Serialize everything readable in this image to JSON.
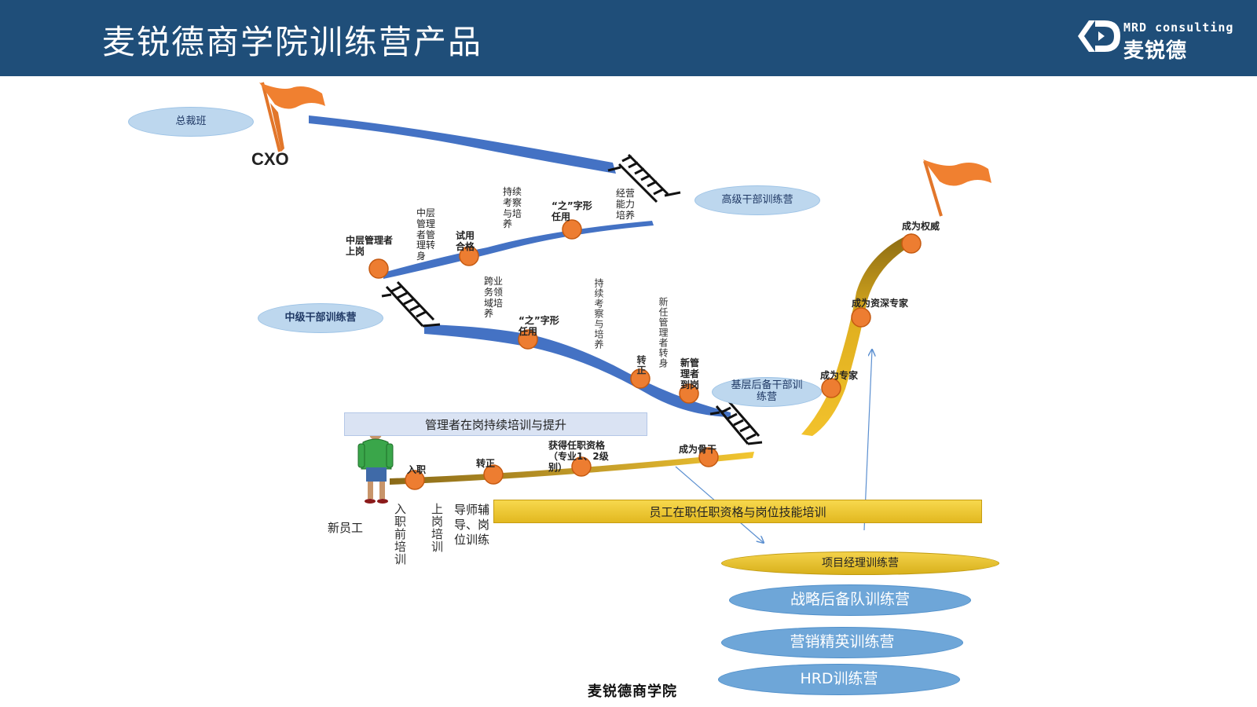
{
  "header": {
    "title": "麦锐德商学院训练营产品",
    "logo_en": "MRD consulting",
    "logo_cn": "麦锐德"
  },
  "top_track": {
    "president_class": "总裁班",
    "cxo": "CXO",
    "senior_camp": "高级干部训练营"
  },
  "middle_track": {
    "mid_manager_onboard": "中层管理者上岗",
    "mid_manager_transform": "中层管理者管理转身",
    "probation_pass": "试用合格",
    "continuous_review_1": "持续考察与培养",
    "zigzag_1": "“之”字形任用",
    "business_ability": "经营能力培养"
  },
  "lower_track": {
    "mid_camp": "中级干部训练营",
    "cross_domain": "跨业务领域培养",
    "zigzag_2": "“之”字形任用",
    "continuous_review_2": "持续考察与培养",
    "regularize": "转正",
    "new_manager_transform": "新任管理者转身",
    "new_manager_arrive": "新管理者到岗",
    "grassroot_camp": "基层后备干部训练营"
  },
  "ongoing_bar": "管理者在岗持续培训与提升",
  "employee_track": {
    "new_employee": "新员工",
    "entry": "入职",
    "regular": "转正",
    "qualification": "获得任职资格（专业1、2级别）",
    "backbone": "成为骨干",
    "pre_entry_training": "入职前培训",
    "on_post_training": "上岗培训",
    "mentor_training": "导师辅导、岗位训练",
    "skill_bar": "员工在职任职资格与岗位技能培训"
  },
  "expert_track": {
    "expert": "成为专家",
    "senior_expert": "成为资深专家",
    "authority": "成为权威"
  },
  "camps": {
    "pm_camp": "项目经理训练营",
    "strategy_camp": "战略后备队训练营",
    "marketing_camp": "营销精英训练营",
    "hrd_camp": "HRD训练营"
  },
  "footer": "麦锐德商学院",
  "colors": {
    "header_bg": "#1f4e79",
    "river_blue": "#4472c4",
    "milestone_orange": "#ed7d31",
    "flag_orange": "#f08030",
    "gold": "#e6b92a"
  }
}
